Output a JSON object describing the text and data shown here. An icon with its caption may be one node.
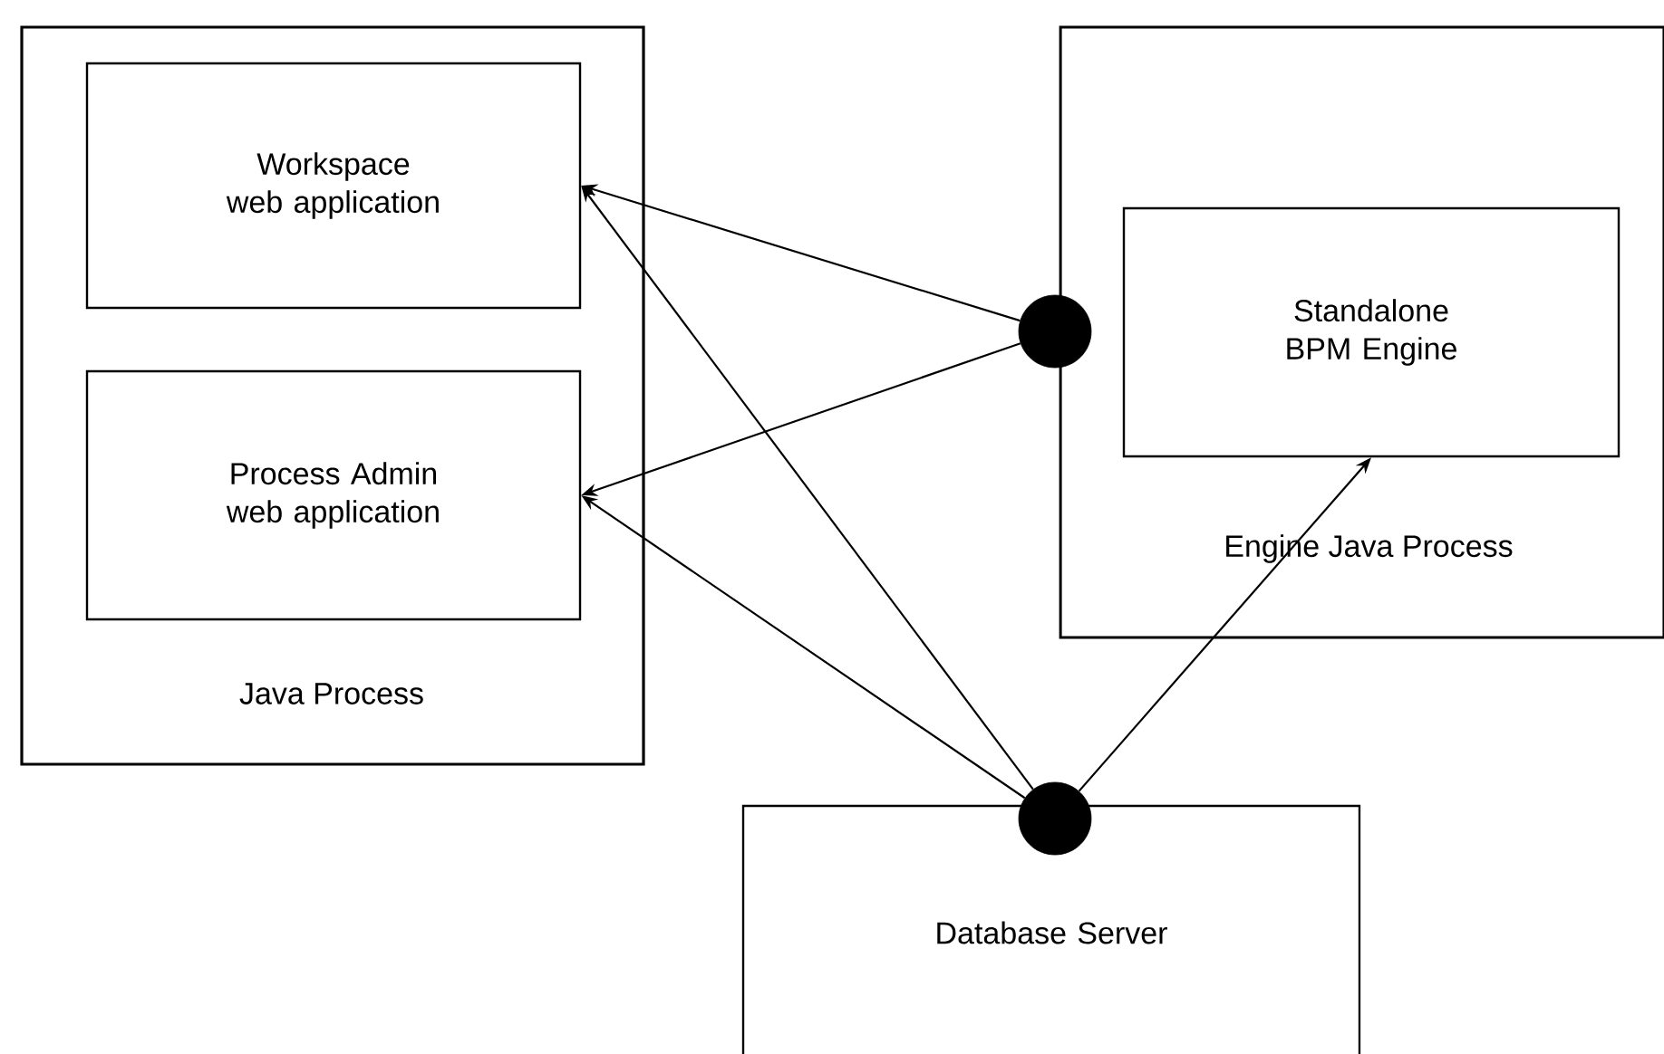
{
  "diagram": {
    "nodes": [
      {
        "text": [
          "Java Process"
        ]
      },
      {
        "text": [
          "Workspace web application"
        ],
        "in": 0
      },
      {
        "text": [
          "Process Admin web application"
        ],
        "in": 0
      },
      {
        "text": [
          "Engine Java Process"
        ]
      },
      {
        "text": [
          "Standalone BPM Engine"
        ],
        "in": 3
      },
      {
        "text": [],
        "shape": "circle"
      },
      {
        "text": [
          "Database Server"
        ]
      },
      {
        "text": [],
        "shape": "circle"
      }
    ],
    "edges": [
      {
        "from": 5,
        "to": 1,
        "arrow": "to"
      },
      {
        "from": 5,
        "to": 2,
        "arrow": "to"
      },
      {
        "from": 7,
        "to": 1,
        "arrow": "to"
      },
      {
        "from": 7,
        "to": 2,
        "arrow": "to"
      },
      {
        "from": 7,
        "to": 4,
        "arrow": "to"
      }
    ]
  }
}
